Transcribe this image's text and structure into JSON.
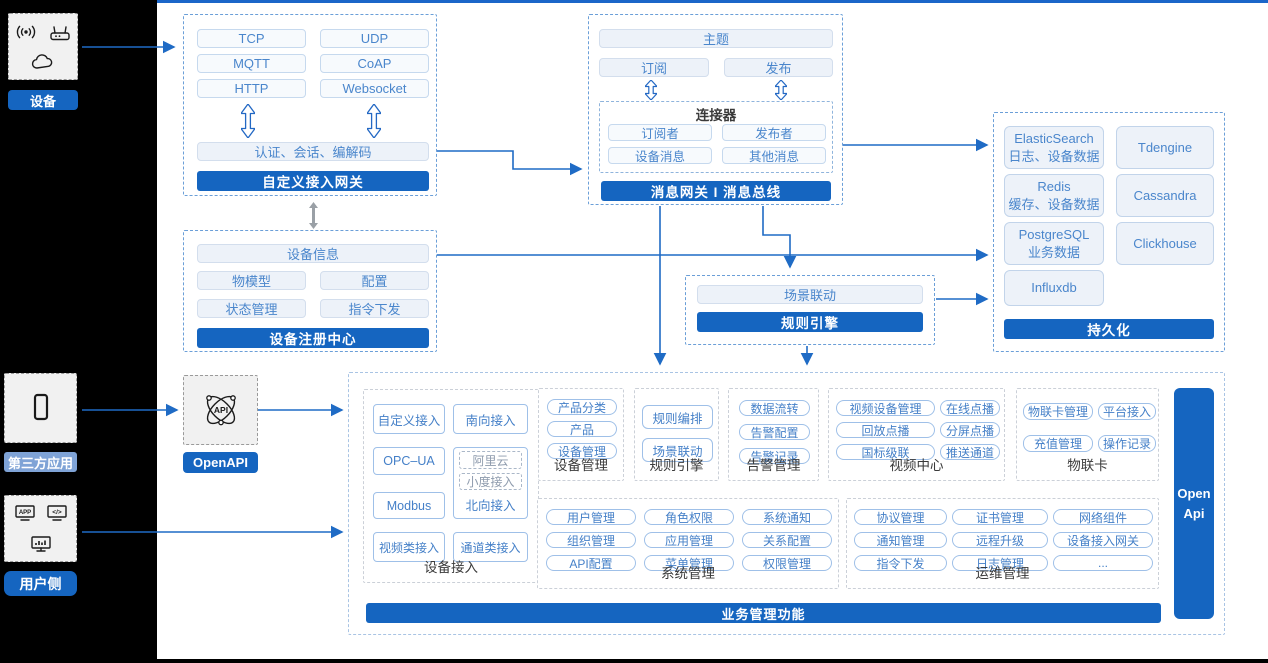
{
  "colors": {
    "accent_primary": "#1565c0",
    "arrow_blue": "#1f6bc5",
    "light_label_blue": "#7fa3d6"
  },
  "sources": {
    "device": {
      "label": "设备",
      "icons": [
        "wireless-signal-icon",
        "gateway-router-icon",
        "cloud-icon"
      ]
    },
    "third_party_app": {
      "label": "第三方应用",
      "icons": [
        "phone-icon"
      ]
    },
    "user_side": {
      "label": "用户侧",
      "icons": [
        "app-screen-icon",
        "code-screen-icon",
        "dashboard-screen-icon"
      ]
    }
  },
  "custom_gateway": {
    "protocols": [
      "TCP",
      "UDP",
      "MQTT",
      "CoAP",
      "HTTP",
      "Websocket"
    ],
    "middleware": "认证、会话、编解码",
    "title": "自定义接入网关"
  },
  "device_registry": {
    "full_item": "设备信息",
    "items": [
      "物模型",
      "配置",
      "状态管理",
      "指令下发"
    ],
    "title": "设备注册中心"
  },
  "message_bus": {
    "topic": "主题",
    "subscribe": "订阅",
    "publish": "发布",
    "connector": {
      "title": "连接器",
      "items": [
        "订阅者",
        "发布者",
        "设备消息",
        "其他消息"
      ]
    },
    "title": "消息网关 I 消息总线"
  },
  "persistence": {
    "databases": [
      {
        "name": "ElasticSearch",
        "desc": "日志、设备数据"
      },
      {
        "name": "Tdengine",
        "desc": ""
      },
      {
        "name": "Redis",
        "desc": "缓存、设备数据"
      },
      {
        "name": "Cassandra",
        "desc": ""
      },
      {
        "name": "PostgreSQL",
        "desc": "业务数据"
      },
      {
        "name": "Clickhouse",
        "desc": ""
      },
      {
        "name": "Influxdb",
        "desc": ""
      }
    ],
    "title": "持久化"
  },
  "rule_engine_box": {
    "item": "场景联动",
    "title": "规则引擎"
  },
  "open_api": {
    "label": "OpenAPI",
    "icon": "api-atom-icon"
  },
  "business_platform": {
    "title": "业务管理功能",
    "open_api_bar": "Open Api",
    "device_access": {
      "label": "设备接入",
      "custom": "自定义接入",
      "south": "南向接入",
      "opcua": "OPC–UA",
      "modbus": "Modbus",
      "video": "视频类接入",
      "channel": "通道类接入",
      "north_group": {
        "aliyun": "阿里云",
        "xiaodu": "小度接入",
        "north": "北向接入"
      }
    },
    "sections": [
      {
        "label": "设备管理",
        "items": [
          "产品分类",
          "产品",
          "设备管理"
        ]
      },
      {
        "label": "规则引擎",
        "items": [
          "规则编排",
          "场景联动"
        ]
      },
      {
        "label": "告警管理",
        "items": [
          "数据流转",
          "告警配置",
          "告警记录"
        ]
      },
      {
        "label": "视频中心",
        "items": [
          "视频设备管理",
          "在线点播",
          "回放点播",
          "分屏点播",
          "国标级联",
          "推送通道"
        ]
      },
      {
        "label": "物联卡",
        "items": [
          "物联卡管理",
          "平台接入",
          "充值管理",
          "操作记录"
        ]
      },
      {
        "label": "系统管理",
        "items": [
          "用户管理",
          "角色权限",
          "系统通知",
          "组织管理",
          "应用管理",
          "关系配置",
          "API配置",
          "菜单管理",
          "权限管理"
        ]
      },
      {
        "label": "运维管理",
        "items": [
          "协议管理",
          "证书管理",
          "网络组件",
          "通知管理",
          "远程升级",
          "设备接入网关",
          "指令下发",
          "日志管理",
          "..."
        ]
      }
    ]
  }
}
